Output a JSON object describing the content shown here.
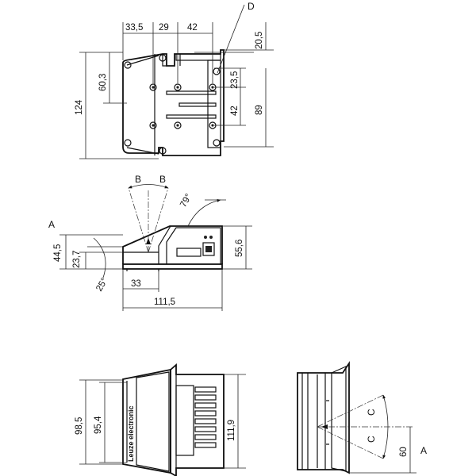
{
  "labels": {
    "d": "D",
    "a_side": "A",
    "a_rear": "A",
    "b_left": "B",
    "b_right": "B",
    "c_upper": "C",
    "c_lower": "C"
  },
  "dimensions": {
    "top_33_5": "33,5",
    "top_29": "29",
    "top_42": "42",
    "top_20_5": "20,5",
    "top_60_3": "60,3",
    "top_124": "124",
    "top_23_5": "23,5",
    "top_42_v": "42",
    "top_89": "89",
    "side_79deg": "79°",
    "side_44_5": "44,5",
    "side_23_7": "23,7",
    "side_25deg": "25°",
    "side_33": "33",
    "side_111_5": "111,5",
    "side_55_6": "55,6",
    "front_98_5": "98,5",
    "front_95_4": "95,4",
    "front_111_9": "111,9",
    "rear_60": "60"
  },
  "brand_text": "Leuze electronic",
  "colors": {
    "line": "#111111",
    "background": "#ffffff"
  }
}
